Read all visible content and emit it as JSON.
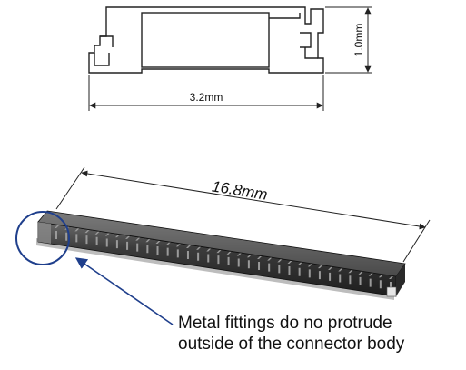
{
  "side_view": {
    "width_label": "3.2mm",
    "height_label": "1.0mm"
  },
  "connector": {
    "length_label": "16.8mm"
  },
  "callout": {
    "line1": "Metal fittings do no protrude",
    "line2": "outside of the connector body"
  },
  "colors": {
    "line": "#222222",
    "callout_accent": "#1f3f8c",
    "connector_body": "#3a3a3a"
  }
}
